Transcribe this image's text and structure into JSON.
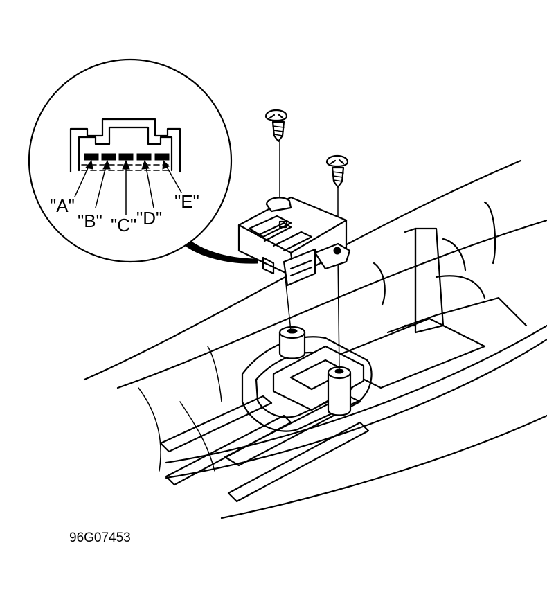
{
  "figure_id": "96G07453",
  "terminal_labels": [
    "\"A\"",
    "\"B\"",
    "\"C\"",
    "\"D\"",
    "\"E\""
  ],
  "colors": {
    "ink": "#000000",
    "paper": "#ffffff"
  }
}
